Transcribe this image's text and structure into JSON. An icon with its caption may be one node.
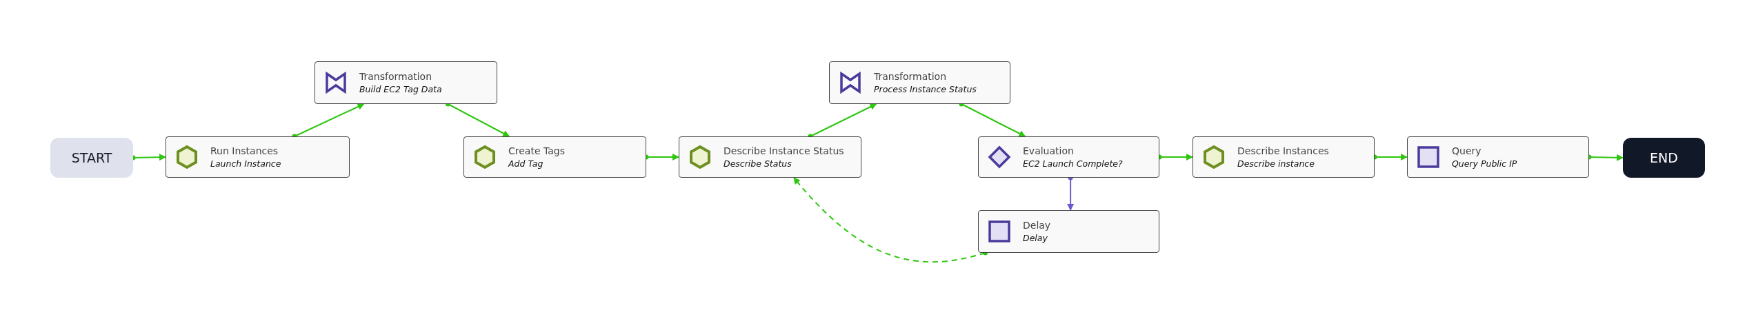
{
  "diagram": {
    "nodes": [
      {
        "text": [
          "START"
        ]
      },
      {
        "text": [
          "Run Instances",
          "Launch Instance"
        ]
      },
      {
        "text": [
          "Transformation",
          "Build EC2 Tag Data"
        ]
      },
      {
        "text": [
          "Create Tags",
          "Add Tag"
        ]
      },
      {
        "text": [
          "Describe Instance Status",
          "Describe Status"
        ]
      },
      {
        "text": [
          "Transformation",
          "Process Instance Status"
        ]
      },
      {
        "text": [
          "Evaluation",
          "EC2 Launch Complete?"
        ]
      },
      {
        "text": [
          "Delay",
          "Delay"
        ]
      },
      {
        "text": [
          "Describe Instances",
          "Describe instance"
        ]
      },
      {
        "text": [
          "Query",
          "Query Public IP"
        ]
      },
      {
        "text": [
          "END"
        ]
      }
    ],
    "edges": [
      {
        "from": 0,
        "to": 1,
        "arrow": "to"
      },
      {
        "from": 1,
        "to": 2,
        "arrow": "to"
      },
      {
        "from": 2,
        "to": 3,
        "arrow": "to"
      },
      {
        "from": 3,
        "to": 4,
        "arrow": "to"
      },
      {
        "from": 4,
        "to": 5,
        "arrow": "to"
      },
      {
        "from": 5,
        "to": 6,
        "arrow": "to"
      },
      {
        "from": 6,
        "to": 8,
        "arrow": "to"
      },
      {
        "from": 8,
        "to": 9,
        "arrow": "to"
      },
      {
        "from": 9,
        "to": 10,
        "arrow": "to"
      },
      {
        "from": 6,
        "to": 7,
        "arrow": "to",
        "color": "#6a5acd"
      },
      {
        "from": 7,
        "to": 4,
        "arrow": "to",
        "style": "dashed"
      }
    ]
  }
}
